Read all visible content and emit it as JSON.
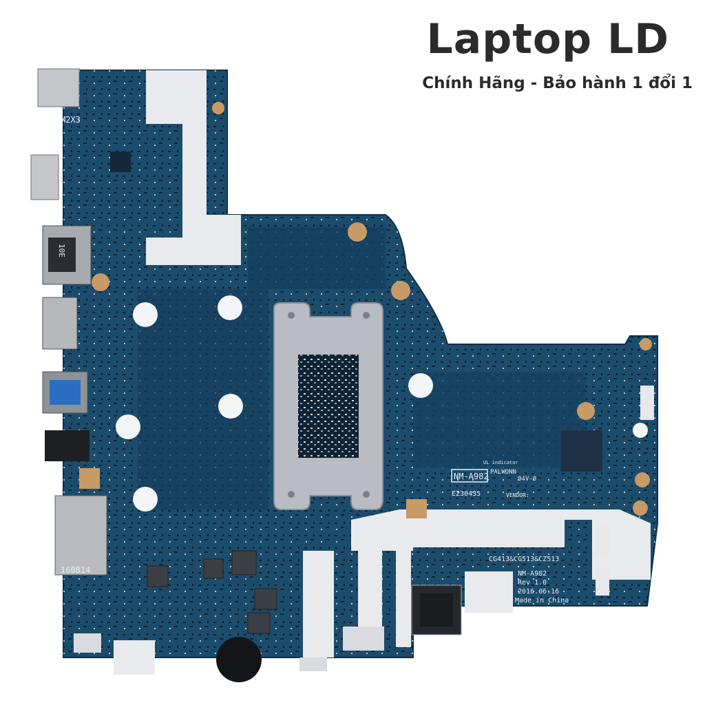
{
  "header": {
    "title": "Laptop LD",
    "subtitle": "Chính Hãng - Bảo hành 1 đổi 1"
  },
  "board": {
    "part_label": "NM-A982",
    "vendor_label": "PALWONN",
    "code_label": "E230435",
    "screw_label": "M2X3",
    "usb_label": "10E",
    "cardreader_label": "160814",
    "mark_line_1": "CG413&CG513&CZ513",
    "mark_line_2": "NM-A982",
    "mark_line_3": "Rev 1.0",
    "mark_line_4": "2016.06.16",
    "mark_line_5": "Made in China",
    "ul_label": "UL indicator",
    "rating_label": "94V-0",
    "vendor_caption": "VENDOR:",
    "colors": {
      "pcb": "#1c4c6c",
      "pcb_dark": "#123850",
      "shield": "#e8eaee",
      "bracket": "#b9bcc2",
      "pad": "#c89a66"
    }
  }
}
